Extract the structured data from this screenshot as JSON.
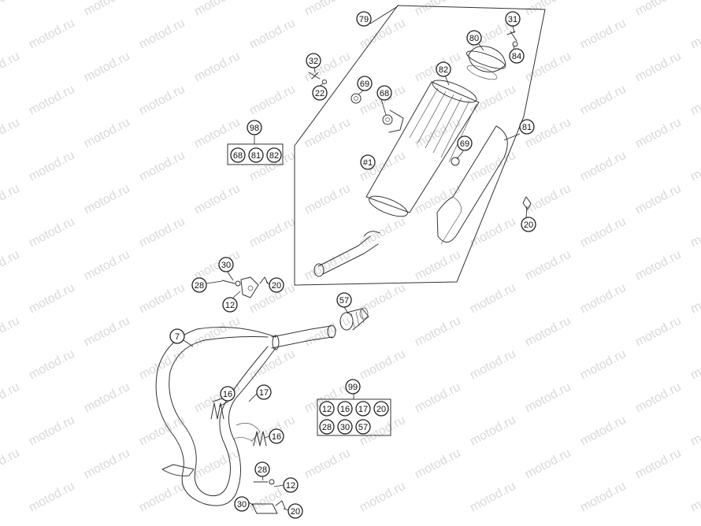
{
  "watermark": "motod.ru",
  "callouts": [
    {
      "key": "c79",
      "label": "79"
    },
    {
      "key": "c31",
      "label": "31"
    },
    {
      "key": "c80",
      "label": "80"
    },
    {
      "key": "c84",
      "label": "84"
    },
    {
      "key": "c82",
      "label": "82"
    },
    {
      "key": "c32",
      "label": "32"
    },
    {
      "key": "c22",
      "label": "22"
    },
    {
      "key": "c69a",
      "label": "69"
    },
    {
      "key": "c68",
      "label": "68"
    },
    {
      "key": "c81",
      "label": "81"
    },
    {
      "key": "c69b",
      "label": "69"
    },
    {
      "key": "c1",
      "label": "#1"
    },
    {
      "key": "c20a",
      "label": "20"
    },
    {
      "key": "c98",
      "label": "98"
    },
    {
      "key": "c30a",
      "label": "30"
    },
    {
      "key": "c28a",
      "label": "28"
    },
    {
      "key": "c20b",
      "label": "20"
    },
    {
      "key": "c12a",
      "label": "12"
    },
    {
      "key": "c57",
      "label": "57"
    },
    {
      "key": "c7",
      "label": "7"
    },
    {
      "key": "c16a",
      "label": "16"
    },
    {
      "key": "c17",
      "label": "17"
    },
    {
      "key": "c99",
      "label": "99"
    },
    {
      "key": "c16b",
      "label": "16"
    },
    {
      "key": "c28b",
      "label": "28"
    },
    {
      "key": "c12b",
      "label": "12"
    },
    {
      "key": "c30b",
      "label": "30"
    },
    {
      "key": "c20c",
      "label": "20"
    }
  ],
  "kit_98": [
    "68",
    "81",
    "82"
  ],
  "kit_99_row1": [
    "12",
    "16",
    "17",
    "20"
  ],
  "kit_99_row2": [
    "28",
    "30",
    "57"
  ]
}
